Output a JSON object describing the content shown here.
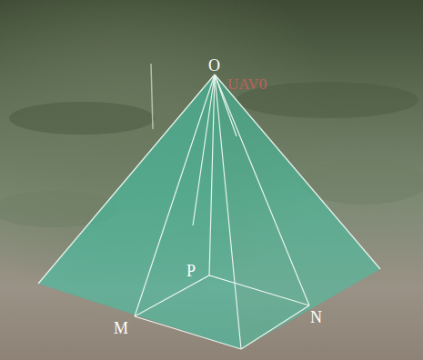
{
  "diagram": {
    "labels": [
      "O",
      "UAV0",
      "P",
      "M",
      "N"
    ]
  }
}
